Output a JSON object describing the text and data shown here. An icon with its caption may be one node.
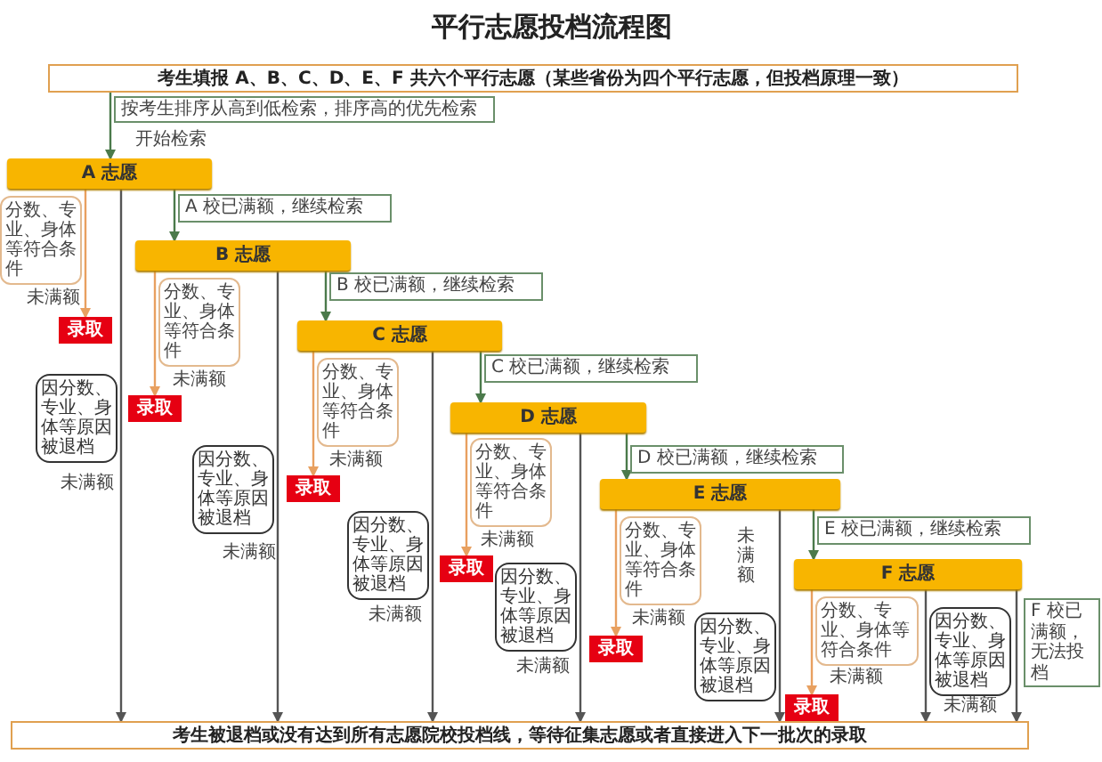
{
  "diagram": {
    "title": "平行志愿投档流程图",
    "nodes": [
      {
        "text": [
          "考生填报 A、B、C、D、E、F 共六个平行志愿（某些省份为四个平行志愿，但投档原理一致）"
        ]
      },
      {
        "text": [
          "按考生排序从高到低检索，排序高的优先检索"
        ]
      },
      {
        "text": [
          "A 志愿"
        ]
      },
      {
        "text": [
          "分数、专业、身体等符合条件"
        ]
      },
      {
        "text": [
          "录取"
        ]
      },
      {
        "text": [
          "因分数、专业、身体等原因被退档"
        ]
      },
      {
        "text": [
          "A 校已满额，继续检索"
        ]
      },
      {
        "text": [
          "B 志愿"
        ]
      },
      {
        "text": [
          "分数、专业、身体等符合条件"
        ]
      },
      {
        "text": [
          "录取"
        ]
      },
      {
        "text": [
          "因分数、专业、身体等原因被退档"
        ]
      },
      {
        "text": [
          "B 校已满额，继续检索"
        ]
      },
      {
        "text": [
          "C 志愿"
        ]
      },
      {
        "text": [
          "分数、专业、身体等符合条件"
        ]
      },
      {
        "text": [
          "录取"
        ]
      },
      {
        "text": [
          "因分数、专业、身体等原因被退档"
        ]
      },
      {
        "text": [
          "C 校已满额，继续检索"
        ]
      },
      {
        "text": [
          "D 志愿"
        ]
      },
      {
        "text": [
          "分数、专业、身体等符合条件"
        ]
      },
      {
        "text": [
          "录取"
        ]
      },
      {
        "text": [
          "因分数、专业、身体等原因被退档"
        ]
      },
      {
        "text": [
          "D 校已满额，继续检索"
        ]
      },
      {
        "text": [
          "E 志愿"
        ]
      },
      {
        "text": [
          "分数、专业、身体等符合条件"
        ]
      },
      {
        "text": [
          "录取"
        ]
      },
      {
        "text": [
          "因分数、专业、身体等原因被退档"
        ]
      },
      {
        "text": [
          "E 校已满额，继续检索"
        ]
      },
      {
        "text": [
          "F 志愿"
        ]
      },
      {
        "text": [
          "分数、专业、身体等符合条件"
        ]
      },
      {
        "text": [
          "录取"
        ]
      },
      {
        "text": [
          "因分数、专业、身体等原因被退档"
        ]
      },
      {
        "text": [
          "F 校已满额，无法投档"
        ]
      },
      {
        "text": [
          "考生被退档或没有达到所有志愿院校投档线，等待征集志愿或者直接进入下一批次的录取"
        ]
      }
    ],
    "edges": [
      {
        "from": 0,
        "to": 2,
        "arrow": "to",
        "color": "#4b7a4b"
      },
      {
        "from": 2,
        "to": 4,
        "arrow": "to",
        "color": "#e8a060"
      },
      {
        "from": 2,
        "to": 32,
        "arrow": "to"
      },
      {
        "from": 2,
        "to": 7,
        "arrow": "to",
        "color": "#4b7a4b"
      },
      {
        "from": 7,
        "to": 9,
        "arrow": "to",
        "color": "#e8a060"
      },
      {
        "from": 7,
        "to": 32,
        "arrow": "to"
      },
      {
        "from": 7,
        "to": 12,
        "arrow": "to",
        "color": "#4b7a4b"
      },
      {
        "from": 12,
        "to": 14,
        "arrow": "to",
        "color": "#e8a060"
      },
      {
        "from": 12,
        "to": 32,
        "arrow": "to"
      },
      {
        "from": 12,
        "to": 17,
        "arrow": "to",
        "color": "#4b7a4b"
      },
      {
        "from": 17,
        "to": 19,
        "arrow": "to",
        "color": "#e8a060"
      },
      {
        "from": 17,
        "to": 32,
        "arrow": "to"
      },
      {
        "from": 17,
        "to": 22,
        "arrow": "to",
        "color": "#4b7a4b"
      },
      {
        "from": 22,
        "to": 24,
        "arrow": "to",
        "color": "#e8a060"
      },
      {
        "from": 22,
        "to": 32,
        "arrow": "to"
      },
      {
        "from": 22,
        "to": 27,
        "arrow": "to",
        "color": "#4b7a4b"
      },
      {
        "from": 27,
        "to": 29,
        "arrow": "to",
        "color": "#e8a060"
      },
      {
        "from": 27,
        "to": 32,
        "arrow": "to"
      },
      {
        "from": 27,
        "to": 32,
        "arrow": "to"
      }
    ],
    "labels": [
      "开始检索",
      "未满额",
      "未满额",
      "未满额",
      "未满额",
      "未满额",
      "未满额",
      "未满额",
      "未满额",
      "未满额",
      "未满额",
      "未满额",
      "未满额"
    ]
  }
}
